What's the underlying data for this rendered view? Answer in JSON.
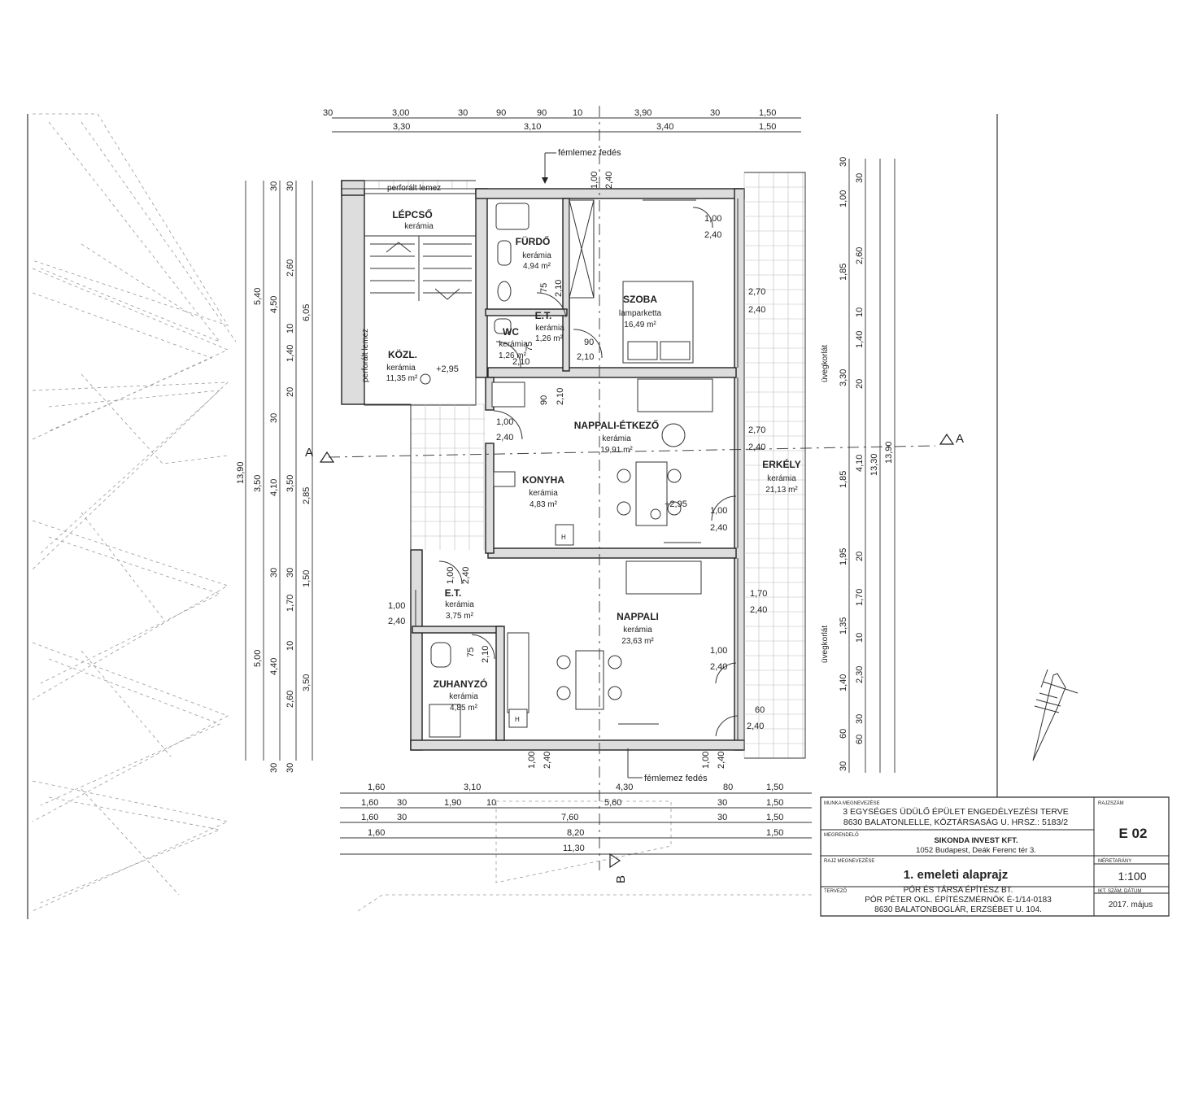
{
  "title_block": {
    "project_label": "MUNKA MEGNEVEZÉSE",
    "project_line1": "3 EGYSÉGES ÜDÜLŐ ÉPÜLET ENGEDÉLYEZÉSI TERVE",
    "project_line2": "8630 BALATONLELLE, KÖZTÁRSASÁG U.  HRSZ.: 5183/2",
    "drawing_no_label": "RAJZSZÁM",
    "drawing_no": "E 02",
    "client_label": "MEGRENDELŐ",
    "client_line1": "SIKONDA INVEST KFT.",
    "client_line2": "1052 Budapest, Deák Ferenc tér 3.",
    "drawing_name_label": "RAJZ MEGNEVEZÉSE",
    "drawing_name": "1. emeleti alaprajz",
    "scale_label": "MÉRETARÁNY",
    "scale": "1:100",
    "designer_label": "TERVEZŐ",
    "designer_line1": "PÓR ÉS TÁRSA ÉPÍTÉSZ BT.",
    "designer_line2": "PÓR PÉTER OKL. ÉPÍTÉSZMÉRNÖK  É-1/14-0183",
    "designer_line3": "8630 BALATONBOGLÁR, ERZSÉBET U. 104.",
    "date_label": "IKT. SZÁM, DÁTUM",
    "date": "2017. május"
  },
  "rooms": {
    "lepcso": {
      "name": "LÉPCSŐ",
      "finish": "kerámia"
    },
    "furdo": {
      "name": "FÜRDŐ",
      "finish": "kerámia",
      "area": "4,94 m²"
    },
    "szoba": {
      "name": "SZOBA",
      "finish": "lamparketta",
      "area": "16,49 m²"
    },
    "et1": {
      "name": "E.T.",
      "finish": "kerámia",
      "area": "1,26 m²"
    },
    "wc": {
      "name": "WC",
      "finish": "kerámia",
      "area": "1,26 m²"
    },
    "kozl": {
      "name": "KÖZL.",
      "finish": "kerámia",
      "area": "11,35 m²",
      "level": "+2,95"
    },
    "nappali_etkezo": {
      "name": "NAPPALI-ÉTKEZŐ",
      "finish": "kerámia",
      "area": "19,91 m²"
    },
    "konyha": {
      "name": "KONYHA",
      "finish": "kerámia",
      "area": "4,83 m²"
    },
    "erkely": {
      "name": "ERKÉLY",
      "finish": "kerámia",
      "area": "21,13 m²"
    },
    "et2": {
      "name": "E.T.",
      "finish": "kerámia",
      "area": "3,75 m²"
    },
    "nappali": {
      "name": "NAPPALI",
      "finish": "kerámia",
      "area": "23,63 m²"
    },
    "zuhanyzo": {
      "name": "ZUHANYZÓ",
      "finish": "kerámia",
      "area": "4,85 m²"
    }
  },
  "labels": {
    "femlemez_top": "fémlemez fedés",
    "femlemez_bottom": "fémlemez fedés",
    "perforalt_top": "perforált lemez",
    "perforalt_side": "perforált lemez",
    "uvegkorlat_1": "üvegkorlát",
    "uvegkorlat_2": "üvegkorlát",
    "level_2": "+2,95",
    "section_a": "A",
    "section_b": "B",
    "h_mark": "H"
  },
  "dims": {
    "top_r1": [
      "30",
      "3,00",
      "30",
      "90",
      "90",
      "10",
      "3,90",
      "30",
      "1,50"
    ],
    "top_r2": [
      "3,30",
      "3,10",
      "3,40",
      "1,50"
    ],
    "bot_r1": [
      "1,60",
      "3,10",
      "4,30",
      "80",
      "1,50"
    ],
    "bot_r2": [
      "1,60",
      "30",
      "1,90",
      "10",
      "5,60",
      "30",
      "1,50"
    ],
    "bot_r3": [
      "1,60",
      "30",
      "7,60",
      "30",
      "1,50"
    ],
    "bot_r4": [
      "1,60",
      "8,20",
      "1,50"
    ],
    "bot_r5": [
      "11,30"
    ],
    "left_outer": [
      "13,90"
    ],
    "left_r2": [
      "5,40",
      "3,50",
      "5,00"
    ],
    "left_r3": [
      "30",
      "4,50",
      "30",
      "4,10",
      "30",
      "4,40",
      "30"
    ],
    "left_r4": [
      "30",
      "2,60",
      "10",
      "1,40",
      "20",
      "3,50",
      "30",
      "1,70",
      "10",
      "2,60",
      "30"
    ],
    "left_r5": [
      "6,05",
      "2,85",
      "1,50",
      "3,50"
    ],
    "right_r1": [
      "30",
      "1,00",
      "1,85",
      "3,30",
      "1,85",
      "1,95",
      "1,35",
      "1,40",
      "60",
      "30"
    ],
    "right_r2": [
      "30",
      "2,60",
      "10",
      "1,40",
      "20",
      "4,10",
      "20",
      "1,70",
      "10",
      "2,30",
      "30",
      "60"
    ],
    "right_r3": [
      "13,30"
    ],
    "right_r4": [
      "13,90"
    ],
    "window_marks": [
      "1,00",
      "2,40",
      "2,70",
      "2,40",
      "2,70",
      "2,40",
      "1,00",
      "2,40",
      "1,70",
      "2,40",
      "1,00",
      "2,40",
      "60",
      "2,40"
    ],
    "door_marks": [
      "1,00",
      "2,40",
      "75",
      "2,10",
      "90",
      "2,10",
      "75",
      "2,10",
      "90",
      "2,10",
      "1,00",
      "2,40",
      "1,00",
      "2,40",
      "75",
      "2,10",
      "1,00",
      "2,40",
      "1,00",
      "2,40",
      "1,00",
      "2,40"
    ]
  }
}
